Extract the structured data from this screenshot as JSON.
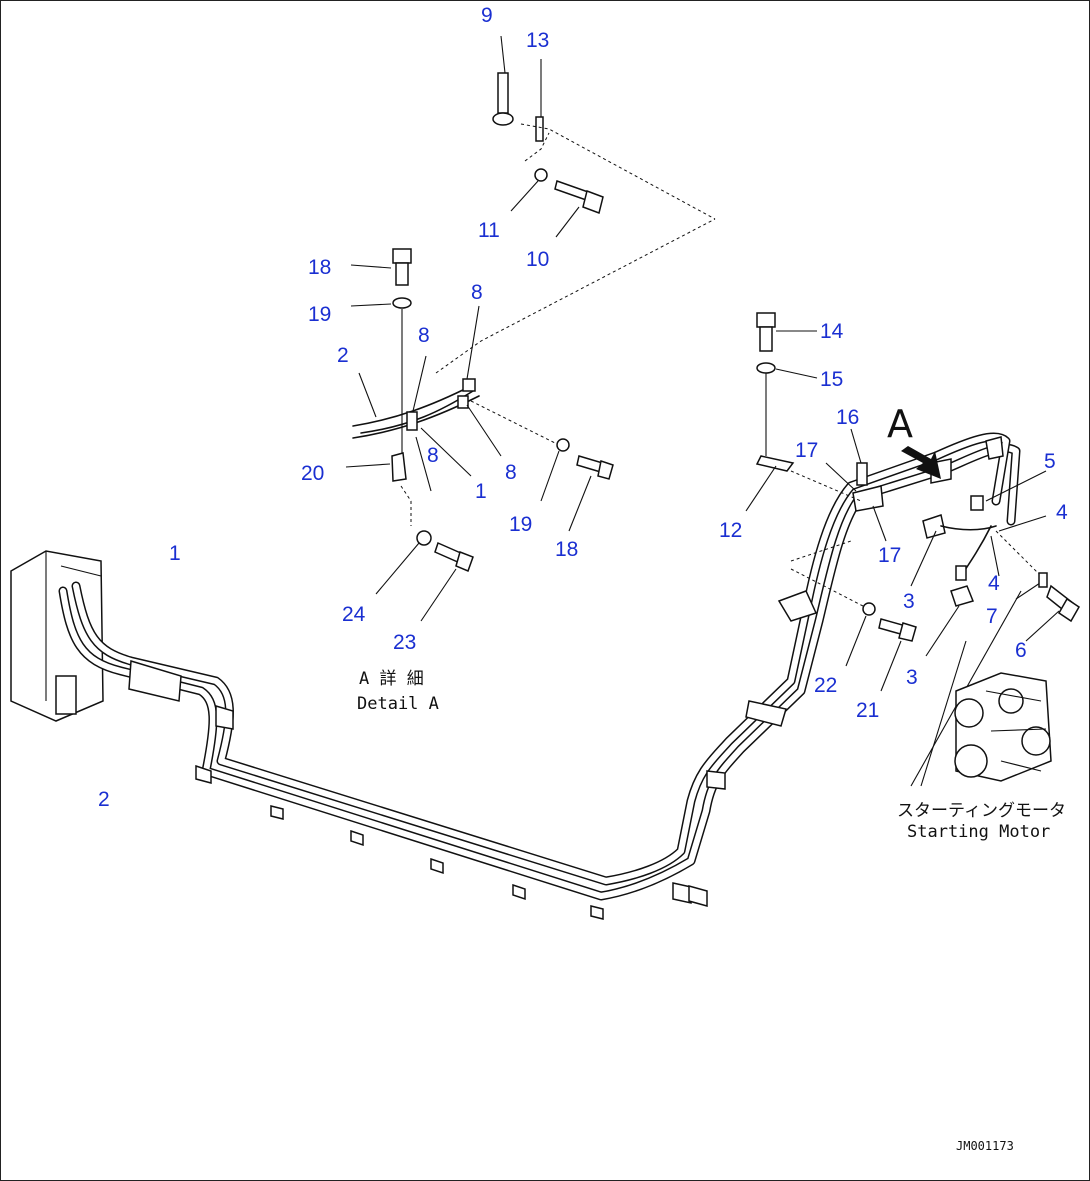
{
  "callouts": [
    {
      "id": "c9",
      "text": "9"
    },
    {
      "id": "c13",
      "text": "13"
    },
    {
      "id": "c11",
      "text": "11"
    },
    {
      "id": "c10",
      "text": "10"
    },
    {
      "id": "c18a",
      "text": "18"
    },
    {
      "id": "c19a",
      "text": "19"
    },
    {
      "id": "c8a",
      "text": "8"
    },
    {
      "id": "c8b",
      "text": "8"
    },
    {
      "id": "c2a",
      "text": "2"
    },
    {
      "id": "c20",
      "text": "20"
    },
    {
      "id": "c8c",
      "text": "8"
    },
    {
      "id": "c1a",
      "text": "1"
    },
    {
      "id": "c8d",
      "text": "8"
    },
    {
      "id": "c19b",
      "text": "19"
    },
    {
      "id": "c18b",
      "text": "18"
    },
    {
      "id": "c24",
      "text": "24"
    },
    {
      "id": "c23",
      "text": "23"
    },
    {
      "id": "c1b",
      "text": "1"
    },
    {
      "id": "c2b",
      "text": "2"
    },
    {
      "id": "c14",
      "text": "14"
    },
    {
      "id": "c15",
      "text": "15"
    },
    {
      "id": "c16",
      "text": "16"
    },
    {
      "id": "c17a",
      "text": "17"
    },
    {
      "id": "c12",
      "text": "12"
    },
    {
      "id": "c17b",
      "text": "17"
    },
    {
      "id": "c5",
      "text": "5"
    },
    {
      "id": "c4a",
      "text": "4"
    },
    {
      "id": "c3a",
      "text": "3"
    },
    {
      "id": "c4b",
      "text": "4"
    },
    {
      "id": "c7",
      "text": "7"
    },
    {
      "id": "c6",
      "text": "6"
    },
    {
      "id": "c22",
      "text": "22"
    },
    {
      "id": "c21",
      "text": "21"
    },
    {
      "id": "c3b",
      "text": "3"
    }
  ],
  "detail_marker": "A",
  "detail_label_jp": "A 詳 細",
  "detail_label_en": "Detail A",
  "motor_label_jp": "スターティングモータ",
  "motor_label_en": "Starting Motor",
  "drawing_id": "JM001173"
}
